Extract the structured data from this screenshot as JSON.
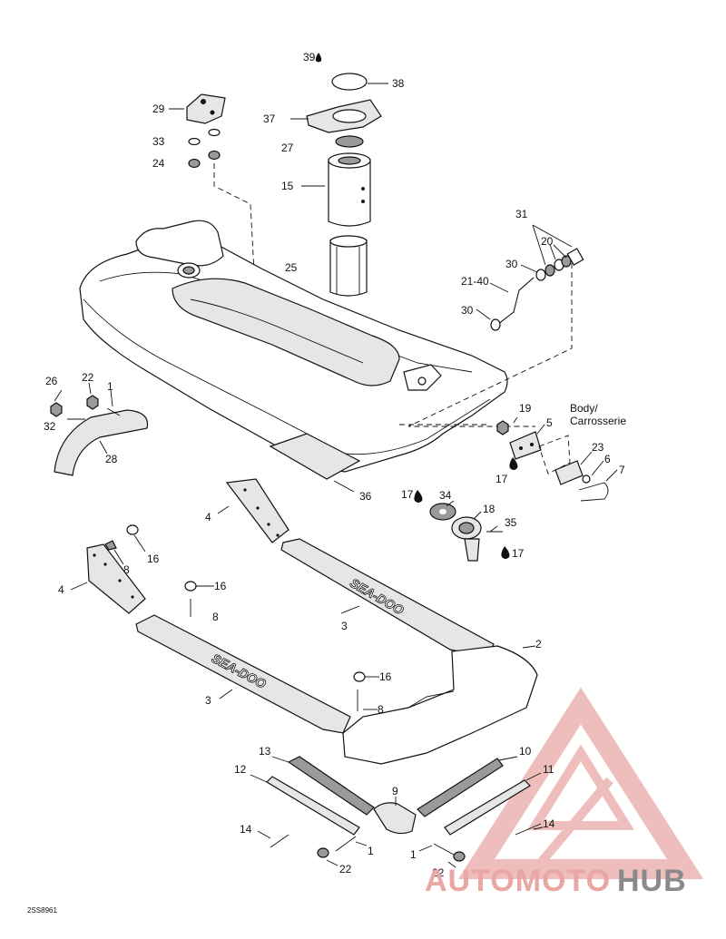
{
  "labels": {
    "l1a": "1",
    "l1b": "1",
    "l2": "2",
    "l3a": "3",
    "l3b": "3",
    "l4a": "4",
    "l4b": "4",
    "l5": "5",
    "l6": "6",
    "l7": "7",
    "l8a": "8",
    "l8b": "8",
    "l8c": "8",
    "l9": "9",
    "l10": "10",
    "l11": "11",
    "l12": "12",
    "l13": "13",
    "l14a": "14",
    "l14b": "14",
    "l15": "15",
    "l16a": "16",
    "l16b": "16",
    "l16c": "16",
    "l17a": "17",
    "l17b": "17",
    "l17c": "17",
    "l18": "18",
    "l19": "19",
    "l20": "20",
    "l21": "21-40",
    "l22a": "22",
    "l22b": "22",
    "l22c": "22",
    "l23": "23",
    "l24": "24",
    "l25": "25",
    "l26": "26",
    "l27": "27",
    "l28": "28",
    "l29": "29",
    "l30a": "30",
    "l30b": "30",
    "l31": "31",
    "l32": "32",
    "l33": "33",
    "l34": "34",
    "l35": "35",
    "l36": "36",
    "l37": "37",
    "l38": "38",
    "l39": "39"
  },
  "body_note": {
    "line1": "Body/",
    "line2": "Carrosserie"
  },
  "brand_decal": "SEA-DOO",
  "drawing_code": "2SS8961",
  "watermark": {
    "part1": "AUTOMOTO",
    "part2": "HUB",
    "color1": "#e9a7a3",
    "color2": "#8a8a8a"
  }
}
